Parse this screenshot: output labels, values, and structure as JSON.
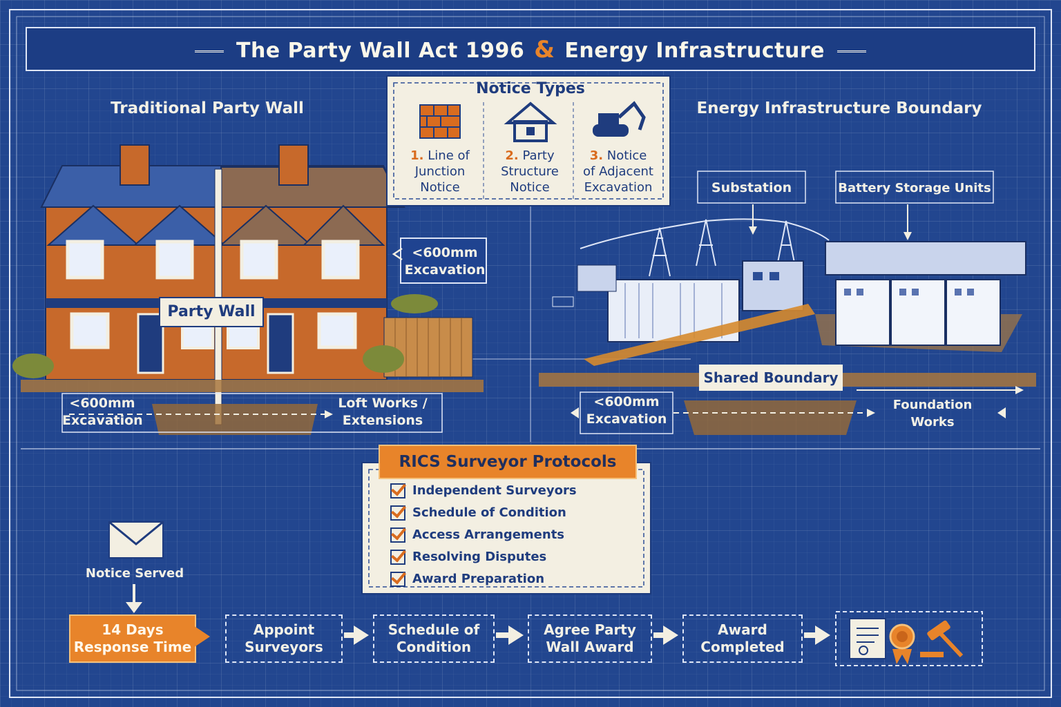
{
  "title": {
    "left": "The Party Wall Act 1996",
    "amp": "&",
    "right": "Energy Infrastructure"
  },
  "sections": {
    "left": "Traditional Party Wall",
    "right": "Energy Infrastructure Boundary"
  },
  "notice_types": {
    "title": "Notice Types",
    "items": [
      {
        "num": "1.",
        "line1": "Line of",
        "line2": "Junction",
        "line3": "Notice",
        "icon": "brick-wall-icon"
      },
      {
        "num": "2.",
        "line1": "Party",
        "line2": "Structure",
        "line3": "Notice",
        "icon": "house-icon"
      },
      {
        "num": "3.",
        "line1": "Notice",
        "line2": "of Adjacent",
        "line3": "Excavation",
        "icon": "excavator-icon"
      }
    ]
  },
  "left_scene": {
    "party_wall_sign": "Party Wall",
    "excavation_right": {
      "line1": "<600mm",
      "line2": "Excavation"
    },
    "excavation_bottom": {
      "line1": "<600mm",
      "line2": "Excavation"
    },
    "loft": {
      "line1": "Loft Works /",
      "line2": "Extensions"
    }
  },
  "right_scene": {
    "substation": "Substation",
    "battery": "Battery Storage Units",
    "shared_boundary": "Shared Boundary",
    "excavation": {
      "line1": "<600mm",
      "line2": "Excavation"
    },
    "foundation": "Foundation Works"
  },
  "rics": {
    "title": "RICS Surveyor Protocols",
    "items": [
      "Independent Surveyors",
      "Schedule of Condition",
      "Access Arrangements",
      "Resolving Disputes",
      "Award Preparation"
    ]
  },
  "process": {
    "notice_served": "Notice Served",
    "steps": [
      {
        "line1": "14 Days",
        "line2": "Response Time"
      },
      {
        "line1": "Appoint",
        "line2": "Surveyors"
      },
      {
        "line1": "Schedule of",
        "line2": "Condition"
      },
      {
        "line1": "Agree Party",
        "line2": "Wall Award"
      },
      {
        "line1": "Award",
        "line2": "Completed"
      }
    ]
  },
  "colors": {
    "blueprint": "#22468f",
    "accent": "#e8842a",
    "paper": "#f3efe2",
    "brick": "#c7692b",
    "ink": "#1f3c7e"
  }
}
